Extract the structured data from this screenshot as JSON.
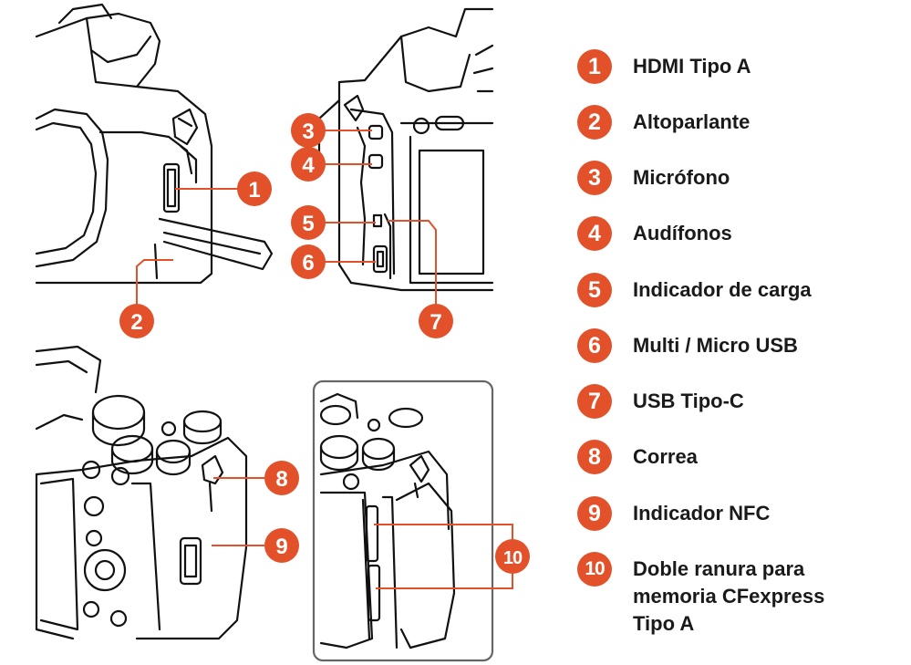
{
  "accent_color": "#e2512a",
  "legend": [
    {
      "num": "1",
      "label": "HDMI Tipo A"
    },
    {
      "num": "2",
      "label": "Altoparlante"
    },
    {
      "num": "3",
      "label": "Micrófono"
    },
    {
      "num": "4",
      "label": "Audífonos"
    },
    {
      "num": "5",
      "label": "Indicador de carga"
    },
    {
      "num": "6",
      "label": "Multi / Micro USB"
    },
    {
      "num": "7",
      "label": "USB Tipo-C"
    },
    {
      "num": "8",
      "label": "Correa"
    },
    {
      "num": "9",
      "label": "Indicador NFC"
    },
    {
      "num": "10",
      "label": "Doble ranura para\nmemoria CFexpress\nTipo A"
    }
  ],
  "callouts": [
    "1",
    "2",
    "3",
    "4",
    "5",
    "6",
    "7",
    "8",
    "9",
    "10"
  ]
}
